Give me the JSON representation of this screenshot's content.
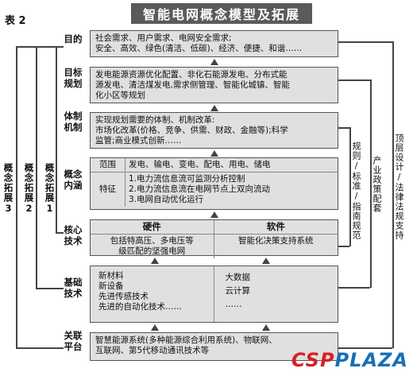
{
  "table_label": "表 2",
  "title": "智能电网概念模型及拓展",
  "left_labels": {
    "ext3": "概念拓展3",
    "ext2": "概念拓展2",
    "ext1": "概念拓展1"
  },
  "rows": [
    {
      "label": "目的",
      "lines": [
        "社会需求、用户需求、电网安全需求;",
        "安全、高效、绿色(清洁、低碳)、经济、便捷、和谐……"
      ]
    },
    {
      "label": "目标规划",
      "lines": [
        "发电能源资源优化配置、非化石能源发电、分布式能",
        "源发电、清洁煤发电,需求侧管理、智能化城镇、智能",
        "化小区等规划"
      ]
    },
    {
      "label": "体制机制",
      "lines": [
        "实现规划需要的体制、机制改革:",
        "市场化改革(价格、竞争、供需、财政、金融等);科学",
        "监管;商业模式创新……"
      ]
    },
    {
      "label": "概念内涵",
      "scope_label": "范围",
      "scope_value": "发电、输电、变电、配电、用电、储电",
      "feature_label": "特征",
      "feature_lines": [
        "1.电力流信息流可监测分析控制",
        "2.电力流信息流在电网节点上双向流动",
        "3.电网自动优化运行"
      ]
    },
    {
      "label": "核心技术",
      "hardware_head": "硬件",
      "software_head": "软件",
      "hardware_lines": [
        "包括特高压、多电压等",
        "级匹配的坚强电网"
      ],
      "software_lines": [
        "智能化决策支持系统"
      ]
    },
    {
      "label": "基础技术",
      "left_lines": [
        "新材料",
        "新设备",
        "先进传感技术",
        "先进的自动化技术……"
      ],
      "right_lines": [
        "大数据",
        "云计算",
        "……"
      ]
    },
    {
      "label": "关联平台",
      "lines": [
        "智慧能源系统(多种能源综合利用系统)、物联网、",
        "互联网、第5代移动通讯技术等"
      ]
    }
  ],
  "right_labels": {
    "rules": "规则/标准/指南规范",
    "policy": "产业政策配套",
    "top": "顶层设计/法律法规支持"
  },
  "watermark": {
    "part1": "CSP",
    "part2": "PLAZA"
  },
  "colors": {
    "title_bg": "#5a5a5a",
    "box_bg": "#e0e0e0",
    "logo_red": "#d81f26",
    "logo_blue": "#1a6fb5"
  }
}
